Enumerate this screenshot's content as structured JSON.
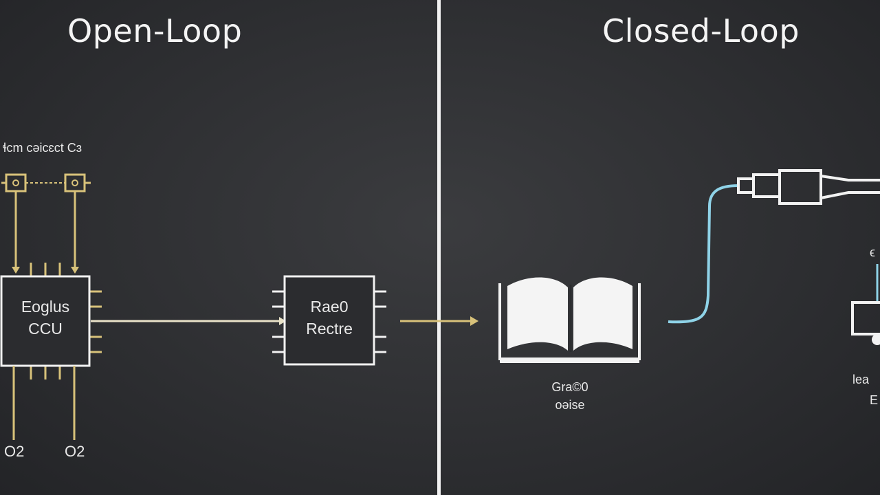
{
  "colors": {
    "background": "#2e2f32",
    "line": "#f2f2f2",
    "gold": "#d8c27a",
    "cyan": "#8fd3e8"
  },
  "open_loop": {
    "title": "Open-Loop",
    "top_label": "ɬcm cəicɛct Cɜ",
    "chip_left": {
      "line1": "Eoglus",
      "line2": "CCU"
    },
    "chip_right": {
      "line1": "Rae0",
      "line2": "Rectre"
    },
    "bottom_left": "O2",
    "bottom_right": "O2"
  },
  "closed_loop": {
    "title": "Closed-Loop",
    "book_label": {
      "line1": "Gra©0",
      "line2": "oəise"
    },
    "edge_label_1": "ϵ",
    "edge_label_2": "lea",
    "edge_label_3": "E"
  }
}
